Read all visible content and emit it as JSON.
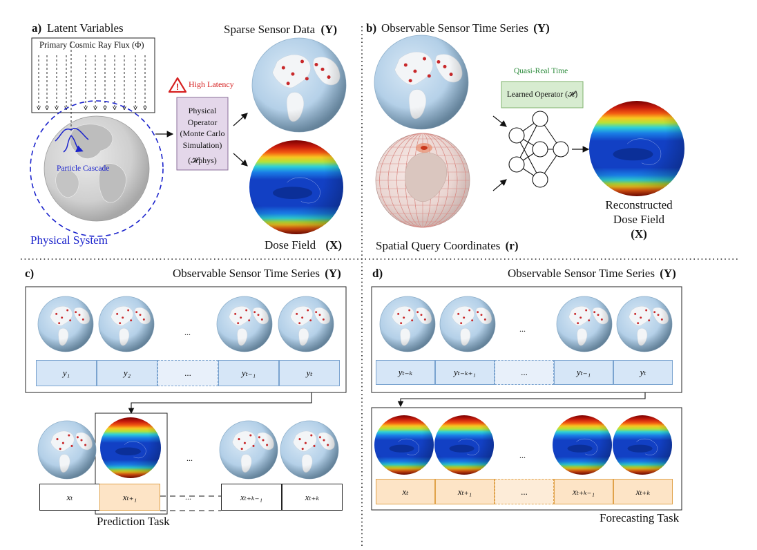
{
  "panel_a": {
    "label": "a)",
    "title": "Latent Variables",
    "flux_label": "Primary Cosmic Ray Flux (Φ)",
    "cascade_label": "Particle Cascade",
    "system_label": "Physical System",
    "warning_label": "High Latency",
    "operator_lines": [
      "Physical",
      "Operator",
      "(Monte Carlo",
      "Simulation)",
      "(𝓗phys)"
    ],
    "sparse_label": "Sparse Sensor Data",
    "sparse_symbol": "(Y)",
    "dose_label": "Dose Field",
    "dose_symbol": "(X)"
  },
  "panel_b": {
    "label": "b)",
    "title": "Observable Sensor Time Series",
    "title_symbol": "(Y)",
    "quasi_label": "Quasi-Real Time",
    "learned_label": "Learned Operator (𝓗)",
    "query_label": "Spatial Query Coordinates",
    "query_symbol": "(r)",
    "recon_lines": [
      "Reconstructed",
      "Dose Field"
    ],
    "recon_symbol": "(X)"
  },
  "panel_c": {
    "label": "c)",
    "title": "Observable Sensor Time Series",
    "title_symbol": "(Y)",
    "ellipsis": "...",
    "y_cells": [
      "y₁",
      "y₂",
      "...",
      "yₜ₋₁",
      "yₜ"
    ],
    "x_cells": [
      "xₜ",
      "xₜ₊₁",
      "...",
      "xₜ₊ₖ₋₁",
      "xₜ₊ₖ"
    ],
    "task_label": "Prediction Task"
  },
  "panel_d": {
    "label": "d)",
    "title": "Observable Sensor Time Series",
    "title_symbol": "(Y)",
    "ellipsis": "...",
    "y_cells": [
      "yₜ₋ₖ",
      "yₜ₋ₖ₊₁",
      "...",
      "yₜ₋₁",
      "yₜ"
    ],
    "x_cells": [
      "xₜ",
      "xₜ₊₁",
      "...",
      "xₜ₊ₖ₋₁",
      "xₜ₊ₖ"
    ],
    "task_label": "Forecasting Task"
  },
  "colors": {
    "operator_fill": "#e4d7ea",
    "learned_fill": "#d7ecd0",
    "learned_border": "#7fb26d",
    "blue_cell": "#d6e6f7",
    "blue_cell_border": "#7aa3cf",
    "orange_cell": "#fde4c6",
    "orange_cell_border": "#e0a24a",
    "cascade_blue": "#1a22cc",
    "warning_red": "#d62020",
    "quasi_green": "#2a8a3a"
  }
}
